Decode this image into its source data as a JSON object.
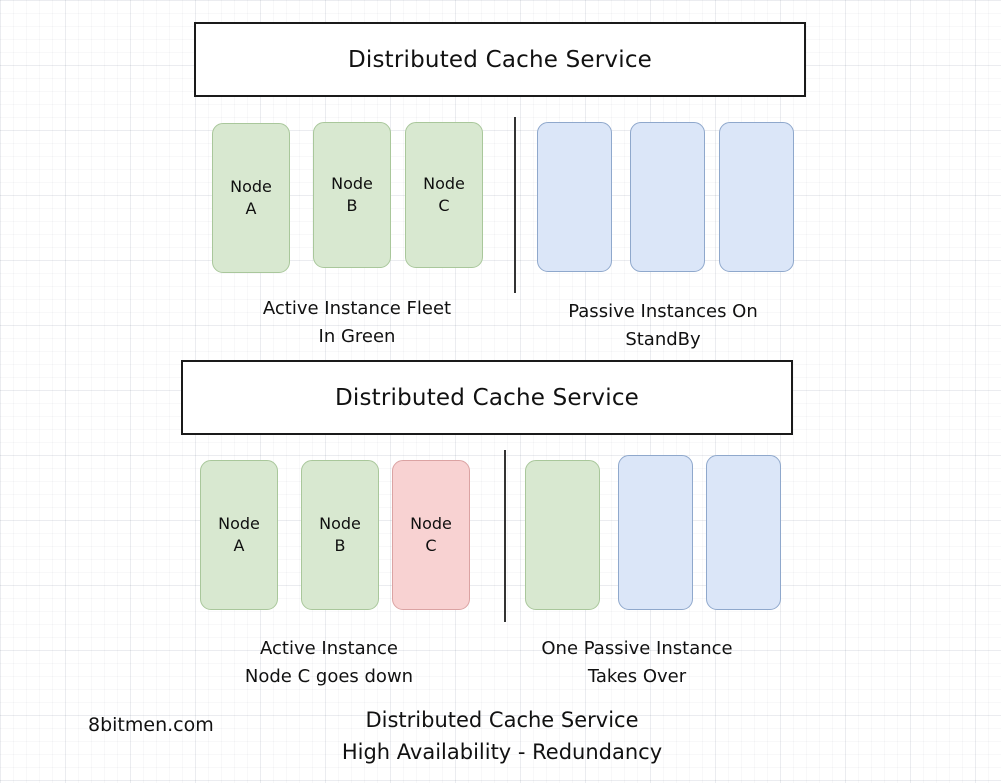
{
  "diagram": {
    "title_line1": "Distributed Cache Service",
    "title_line2": "High Availability - Redundancy",
    "watermark": "8bitmen.com",
    "colors": {
      "active_green": "#d8e8d0",
      "active_green_border": "#a9c79b",
      "passive_blue": "#dbe6f8",
      "passive_blue_border": "#8fa8cc",
      "failed_red": "#f8d2d2",
      "failed_red_border": "#dba3a3",
      "bar_border": "#1a1a1a",
      "divider": "#333333"
    }
  },
  "scenarios": [
    {
      "id": "normal-operation",
      "service_bar_label": "Distributed Cache Service",
      "active_nodes": [
        {
          "name": "Node",
          "id": "A",
          "state": "active"
        },
        {
          "name": "Node",
          "id": "B",
          "state": "active"
        },
        {
          "name": "Node",
          "id": "C",
          "state": "active"
        }
      ],
      "passive_nodes": [
        {
          "name": "",
          "id": "",
          "state": "passive"
        },
        {
          "name": "",
          "id": "",
          "state": "passive"
        },
        {
          "name": "",
          "id": "",
          "state": "passive"
        }
      ],
      "left_caption": "Active Instance Fleet\nIn Green",
      "right_caption": "Passive Instances On\nStandBy"
    },
    {
      "id": "failover",
      "service_bar_label": "Distributed Cache Service",
      "active_nodes": [
        {
          "name": "Node",
          "id": "A",
          "state": "active"
        },
        {
          "name": "Node",
          "id": "B",
          "state": "active"
        },
        {
          "name": "Node",
          "id": "C",
          "state": "failed"
        }
      ],
      "passive_nodes": [
        {
          "name": "",
          "id": "",
          "state": "promoted"
        },
        {
          "name": "",
          "id": "",
          "state": "passive"
        },
        {
          "name": "",
          "id": "",
          "state": "passive"
        }
      ],
      "left_caption": "Active Instance\nNode C goes down",
      "right_caption": "One Passive Instance\nTakes Over"
    }
  ]
}
